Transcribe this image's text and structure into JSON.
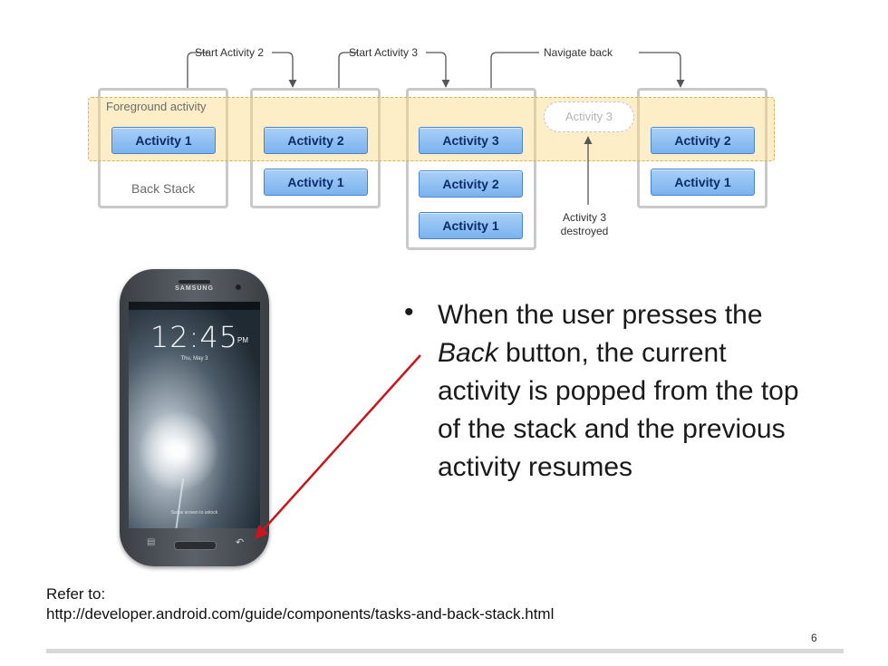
{
  "diagram": {
    "arrows": {
      "start2": "Start Activity 2",
      "start3": "Start Activity 3",
      "nav_back": "Navigate back"
    },
    "foreground_label": "Foreground activity",
    "back_stack_label": "Back Stack",
    "stacks": [
      [
        "Activity 1"
      ],
      [
        "Activity 2",
        "Activity 1"
      ],
      [
        "Activity 3",
        "Activity 2",
        "Activity 1"
      ],
      [
        "Activity 2",
        "Activity 1"
      ]
    ],
    "ghost_activity": "Activity 3",
    "destroyed_label": [
      "Activity 3",
      "destroyed"
    ]
  },
  "phone": {
    "brand": "SAMSUNG",
    "clock": "12:45",
    "clock_suffix": "PM",
    "date": "Thu, May 3",
    "unlock_hint": "Swipe screen to unlock"
  },
  "slide": {
    "bullet_pre": "When the user presses the ",
    "bullet_em": "Back",
    "bullet_post": " button, the current activity is popped from the top of the stack and the previous activity resumes",
    "refer_label": "Refer to:",
    "refer_url": "http://developer.android.com/guide/components/tasks-and-back-stack.html",
    "page_number": "6"
  },
  "colors": {
    "activity_fill": "#7ab2ee",
    "foreground_band": "#fada82",
    "pointer_arrow": "#c8161d"
  }
}
